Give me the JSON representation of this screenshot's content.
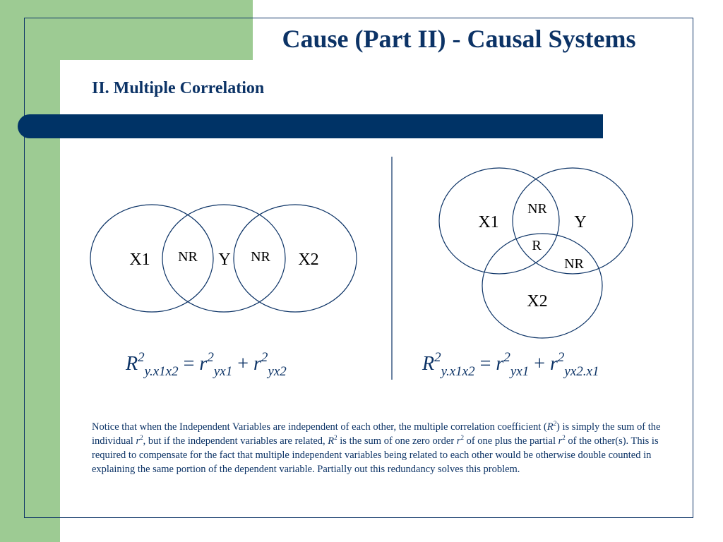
{
  "slide": {
    "title": "Cause (Part II) - Causal Systems",
    "subtitle": "II.  Multiple Correlation"
  },
  "left_diagram": {
    "labels": {
      "x1": "X1",
      "nr1": "NR",
      "y": "Y",
      "nr2": "NR",
      "x2": "X2"
    }
  },
  "right_diagram": {
    "labels": {
      "x1": "X1",
      "nr_top": "NR",
      "y": "Y",
      "r": "R",
      "nr_right": "NR",
      "x2": "X2"
    }
  },
  "formulas": {
    "left": {
      "R": "R",
      "R_sup": "2",
      "R_sub": "y.x1x2",
      "eq": "=",
      "r1": "r",
      "r1_sup": "2",
      "r1_sub": "yx1",
      "plus": "+",
      "r2": "r",
      "r2_sup": "2",
      "r2_sub": "yx2"
    },
    "right": {
      "R": "R",
      "R_sup": "2",
      "R_sub": "y.x1x2",
      "eq": "=",
      "r1": "r",
      "r1_sup": "2",
      "r1_sub": "yx1",
      "plus": "+",
      "r2": "r",
      "r2_sup": "2",
      "r2_sub": "yx2.x1"
    }
  },
  "note": {
    "p1": "Notice that when the Independent Variables are independent of each other, the multiple correlation coefficient (",
    "R": "R",
    "sup2a": "2",
    "p2": ") is simply the sum of the individual ",
    "r_a": "r",
    "sup2b": "2",
    "p3": ", but if the independent variables are related, ",
    "R_b": "R",
    "sup2c": "2",
    "p4": " is the sum of one zero order ",
    "r_b": "r",
    "sup2d": "2",
    "p5": " of one plus the partial ",
    "r_c": "r",
    "sup2e": "2",
    "p6": " of the other(s).  This is required to compensate for the fact that multiple independent variables being related to each other would be otherwise double counted in explaining the same portion of the dependent variable.  Partially out this redundancy solves this problem."
  },
  "colors": {
    "navy": "#0c3366",
    "bar": "#003366",
    "green": "#9dcb93"
  }
}
